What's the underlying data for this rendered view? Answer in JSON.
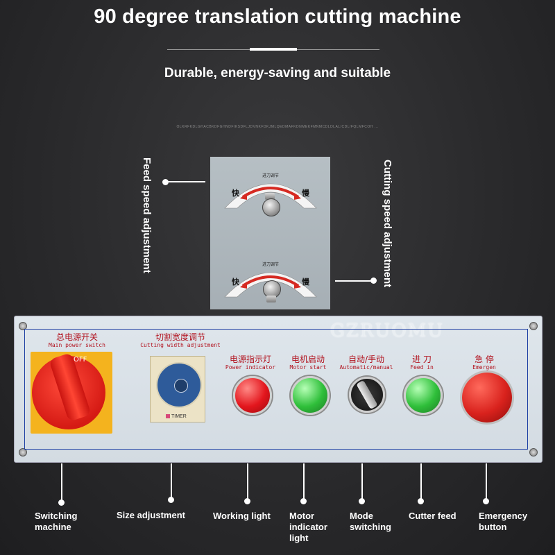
{
  "header": {
    "title": "90 degree translation cutting machine",
    "subtitle": "Durable, energy-saving and suitable",
    "fine_print": "OLKRFKDLGHACBKDFGHNDFIKSDFLJDVNKFDKJMLQEDMAFKDNMEKFMNMCDLDLAL/CDL/FQLMFCOH ..."
  },
  "upper_panel": {
    "dial_label": "进刀调节",
    "fast": "快",
    "slow": "慢"
  },
  "side_labels": {
    "left": "Feed speed adjustment",
    "right": "Cutting speed adjustment"
  },
  "control_box": {
    "brand": "GZRUOMU",
    "main_power": {
      "cn": "总电源开关",
      "en": "Main power switch",
      "mark": "OFF"
    },
    "cut_width": {
      "cn": "切割宽度调节",
      "en": "Cutting width adjustment",
      "timer_label": "TIMER"
    },
    "power_ind": {
      "cn": "电源指示灯",
      "en": "Power indicator"
    },
    "motor_start": {
      "cn": "电机启动",
      "en": "Motor start"
    },
    "mode": {
      "cn": "自动/手动",
      "en": "Automatic/manual"
    },
    "feed_in": {
      "cn": "进  刀",
      "en": "Feed in"
    },
    "emergency": {
      "cn": "急  停",
      "en": "Emergen"
    }
  },
  "callouts": [
    {
      "label": "Switching\nmachine"
    },
    {
      "label": "Size adjustment"
    },
    {
      "label": "Working light"
    },
    {
      "label": "Motor\nindicator\nlight"
    },
    {
      "label": "Mode\nswitching"
    },
    {
      "label": "Cutter feed"
    },
    {
      "label": "Emergency\nbutton"
    }
  ],
  "colors": {
    "background": "#2a2a2c",
    "accent_red": "#e3161d",
    "accent_green": "#2fbf3a",
    "panel_blue": "#1d3fa3"
  }
}
